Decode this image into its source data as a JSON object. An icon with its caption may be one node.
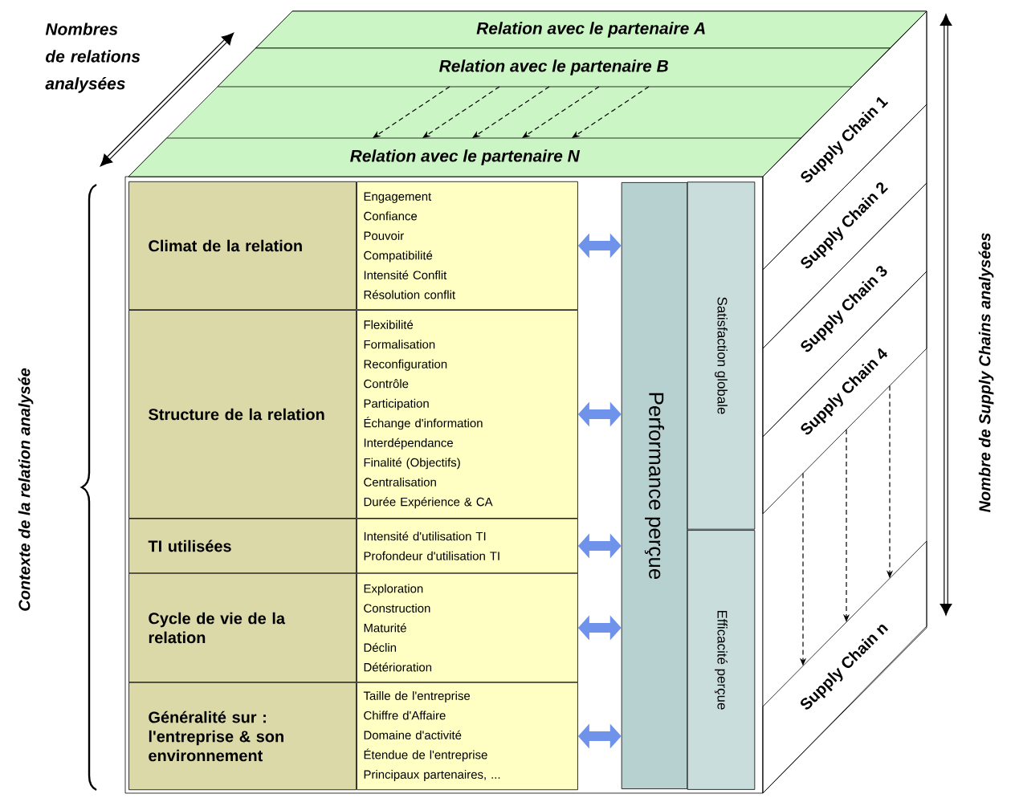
{
  "diagram": {
    "nodes": [
      {
        "text": [
          "Relation avec le partenaire A"
        ]
      },
      {
        "text": [
          "Relation avec le partenaire B"
        ]
      },
      {
        "text": [
          "Relation avec le partenaire N"
        ]
      },
      {
        "text": [
          "Climat de la relation"
        ]
      },
      {
        "text": [
          "Engagement",
          "Confiance",
          "Pouvoir",
          "Compatibilité",
          "Intensité Conflit",
          "Résolution conflit"
        ]
      },
      {
        "text": [
          "Structure de la relation"
        ]
      },
      {
        "text": [
          "Flexibilité",
          "Formalisation",
          "Reconfiguration",
          "Contrôle",
          "Participation",
          "Échange d'information",
          "Interdépendance",
          "Finalité (Objectifs)",
          "Centralisation",
          "Durée Expérience & CA"
        ]
      },
      {
        "text": [
          "TI utilisées"
        ]
      },
      {
        "text": [
          "Intensité d'utilisation TI",
          "Profondeur d'utilisation TI"
        ]
      },
      {
        "text": [
          "Cycle de vie de la relation"
        ]
      },
      {
        "text": [
          "Exploration",
          "Construction",
          "Maturité",
          "Déclin",
          "Détérioration"
        ]
      },
      {
        "text": [
          "Généralité sur : l'entreprise & son environnement"
        ]
      },
      {
        "text": [
          "Taille de l'entreprise",
          "Chiffre d'Affaire",
          "Domaine d'activité",
          "Étendue de l'entreprise",
          "Principaux partenaires, ..."
        ]
      },
      {
        "text": [
          "Performance perçue"
        ]
      },
      {
        "text": [
          "Satisfaction globale"
        ]
      },
      {
        "text": [
          "Efficacité perçue"
        ]
      },
      {
        "text": [
          "Supply Chain 1"
        ]
      },
      {
        "text": [
          "Supply Chain 2"
        ]
      },
      {
        "text": [
          "Supply Chain 3"
        ]
      },
      {
        "text": [
          "Supply Chain 4"
        ]
      },
      {
        "text": [
          "Supply Chain n"
        ]
      }
    ],
    "edges": [
      {
        "from": 1,
        "to": 2,
        "arrow": "to",
        "style": "dashed"
      },
      {
        "from": 1,
        "to": 2,
        "arrow": "to",
        "style": "dashed"
      },
      {
        "from": 1,
        "to": 2,
        "arrow": "to",
        "style": "dashed"
      },
      {
        "from": 1,
        "to": 2,
        "arrow": "to",
        "style": "dashed"
      },
      {
        "from": 1,
        "to": 2,
        "arrow": "to",
        "style": "dashed"
      },
      {
        "from": 4,
        "to": 13,
        "arrow": "both",
        "style": "thick",
        "color": "#6f93ea"
      },
      {
        "from": 6,
        "to": 13,
        "arrow": "both",
        "style": "thick",
        "color": "#6f93ea"
      },
      {
        "from": 8,
        "to": 13,
        "arrow": "both",
        "style": "thick",
        "color": "#6f93ea"
      },
      {
        "from": 10,
        "to": 13,
        "arrow": "both",
        "style": "thick",
        "color": "#6f93ea"
      },
      {
        "from": 12,
        "to": 13,
        "arrow": "both",
        "style": "thick",
        "color": "#6f93ea"
      },
      {
        "from": 19,
        "to": 20,
        "arrow": "to",
        "style": "dashed"
      },
      {
        "from": 19,
        "to": 20,
        "arrow": "to",
        "style": "dashed"
      },
      {
        "from": 19,
        "to": 20,
        "arrow": "to",
        "style": "dashed"
      }
    ],
    "labels": [
      "Nombres de relations analysées",
      "Contexte de la relation analysée",
      "Nombre de Supply Chains analysées"
    ]
  }
}
